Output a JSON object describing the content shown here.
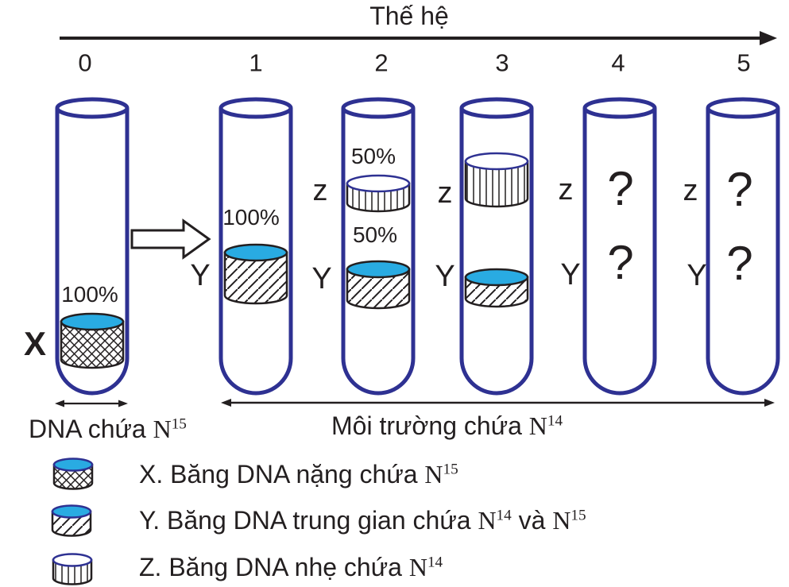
{
  "title": "Thế hệ",
  "axis": {
    "ticks": [
      "0",
      "1",
      "2",
      "3",
      "4",
      "5"
    ]
  },
  "tubes": {
    "t0": {
      "percent": "100%",
      "band_label": "X"
    },
    "t1": {
      "percent": "100%",
      "band_label": "Y"
    },
    "t2": {
      "z_percent": "50%",
      "z_label": "z",
      "y_percent": "50%",
      "y_label": "Y"
    },
    "t3": {
      "z_label": "z",
      "y_label": "Y"
    },
    "t4": {
      "z_label": "z",
      "z_value": "?",
      "y_label": "Y",
      "y_value": "?"
    },
    "t5": {
      "z_label": "z",
      "z_value": "?",
      "y_label": "Y",
      "y_value": "?"
    }
  },
  "annotations": {
    "n15_medium": {
      "text": "DNA chứa ",
      "symbol": "N",
      "sup": "15"
    },
    "n14_medium": {
      "text": "Môi trường chứa ",
      "symbol": "N",
      "sup": "14"
    }
  },
  "legend": {
    "items": [
      {
        "text": "X. Băng DNA nặng chứa ",
        "n1": "N",
        "sup1": "15"
      },
      {
        "text": "Y. Băng DNA trung gian chứa ",
        "n1": "N",
        "sup1": "14",
        "mid": " và ",
        "n2": "N",
        "sup2": "15"
      },
      {
        "text": "Z. Băng DNA nhẹ chứa ",
        "n1": "N",
        "sup1": "14"
      }
    ]
  },
  "colors": {
    "tube_outline": "#2e3192",
    "band_blue": "#29abe2",
    "ink": "#231f20"
  }
}
